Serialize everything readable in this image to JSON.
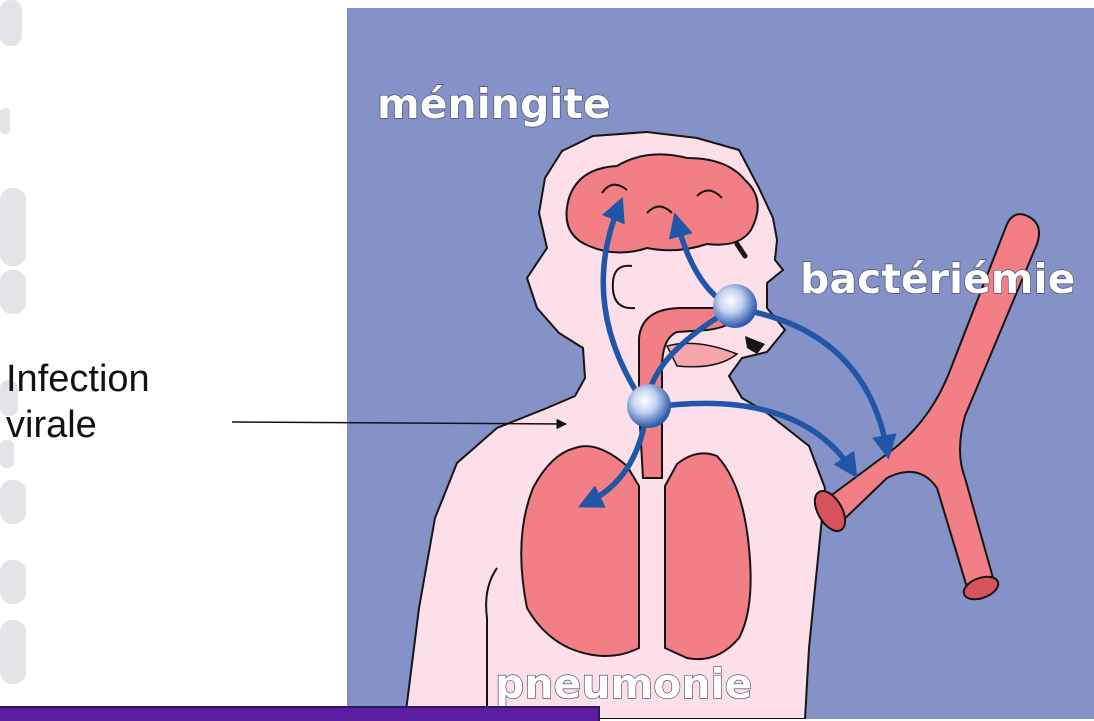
{
  "diagram": {
    "labels": {
      "meningitis": "méningite",
      "bacteremia": "bactériémie",
      "pneumonia": "pneumonie"
    },
    "annotation": {
      "line1": "Infection",
      "line2": "virale"
    }
  },
  "colors": {
    "background": "#8592c7",
    "body": "#fcdfe9",
    "organ": "#f27f86",
    "arrow": "#1f56a8",
    "footer_bar": "#5b1ea1"
  }
}
